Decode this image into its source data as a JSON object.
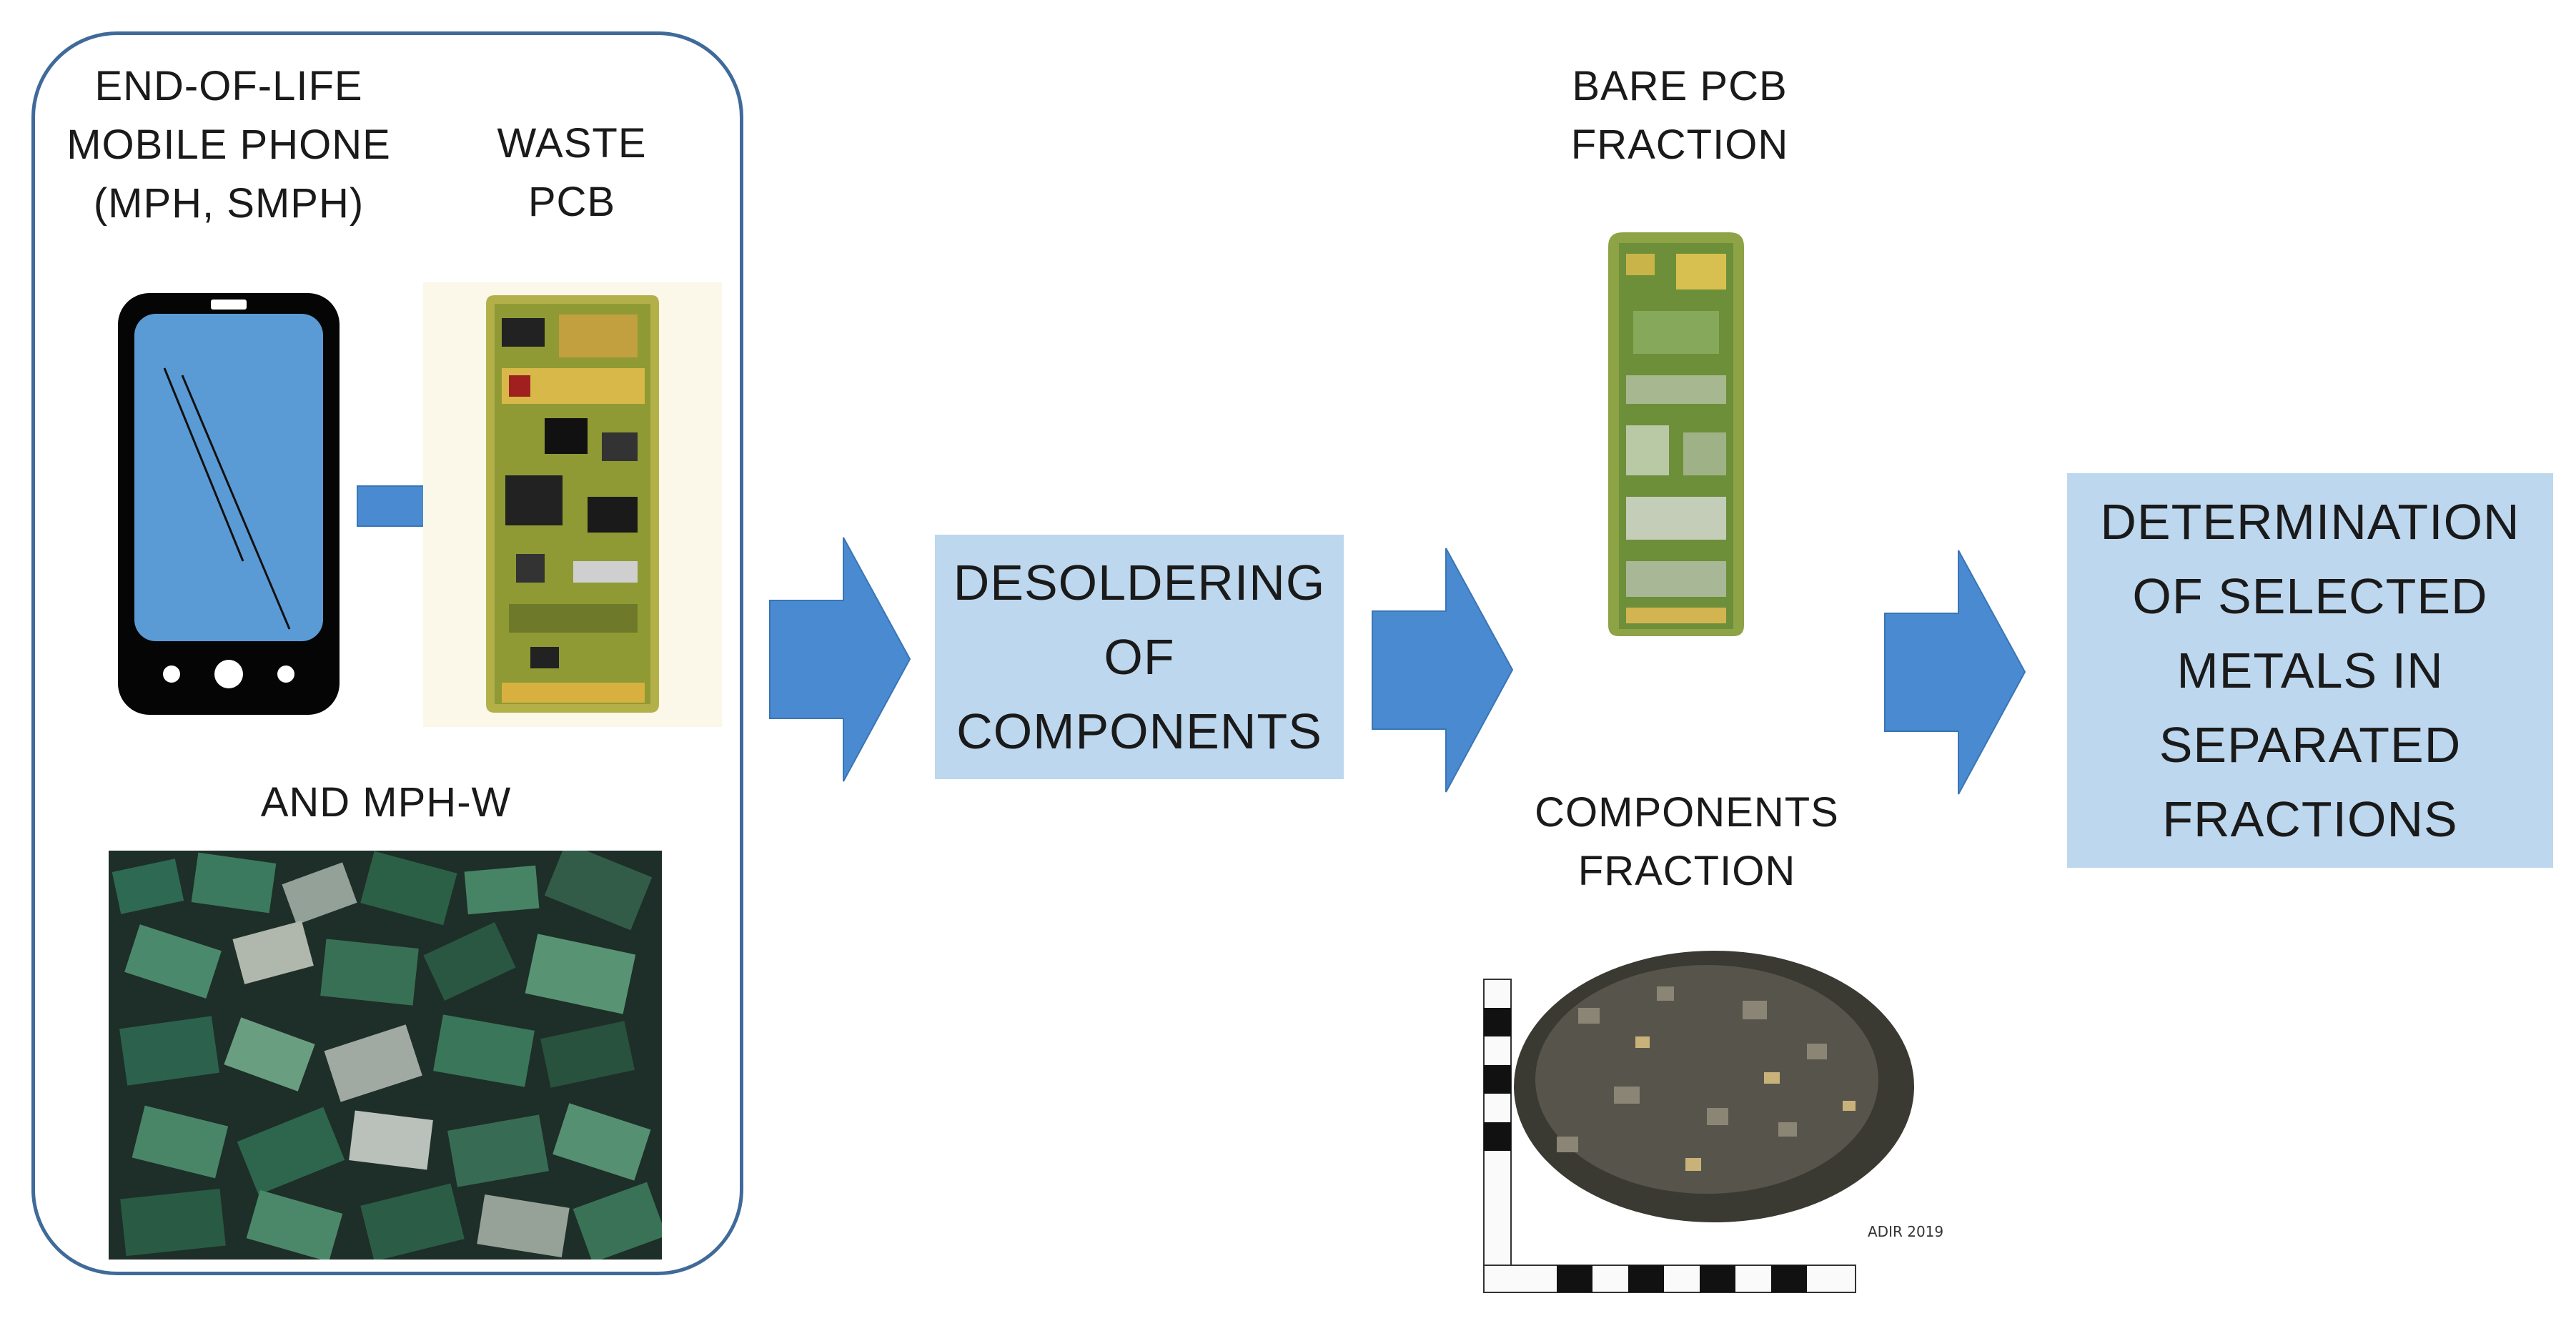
{
  "source_panel": {
    "phone_label": [
      "END-OF-LIFE",
      "MOBILE PHONE",
      "(MPH, SMPH)"
    ],
    "pcb_label": [
      "WASTE",
      "PCB"
    ],
    "mixed_label": [
      "AND MPH-W"
    ]
  },
  "process": {
    "step1": [
      "DESOLDERING",
      "OF",
      "COMPONENTS"
    ],
    "step2": [
      "DETERMINATION",
      "OF SELECTED",
      "METALS IN",
      "SEPARATED",
      "FRACTIONS"
    ]
  },
  "fractions": {
    "bare_pcb": [
      "BARE PCB",
      "FRACTION"
    ],
    "components": [
      "COMPONENTS",
      "FRACTION"
    ],
    "photo_mark": "ADIR 2019"
  },
  "colors": {
    "arrow": "#4a8ad0",
    "box_fill": "#bdd7ee",
    "panel_border": "#3f6a9a",
    "phone_screen": "#5b9bd5"
  },
  "icons": [
    "mobile-phone-icon",
    "right-arrow-icon"
  ]
}
